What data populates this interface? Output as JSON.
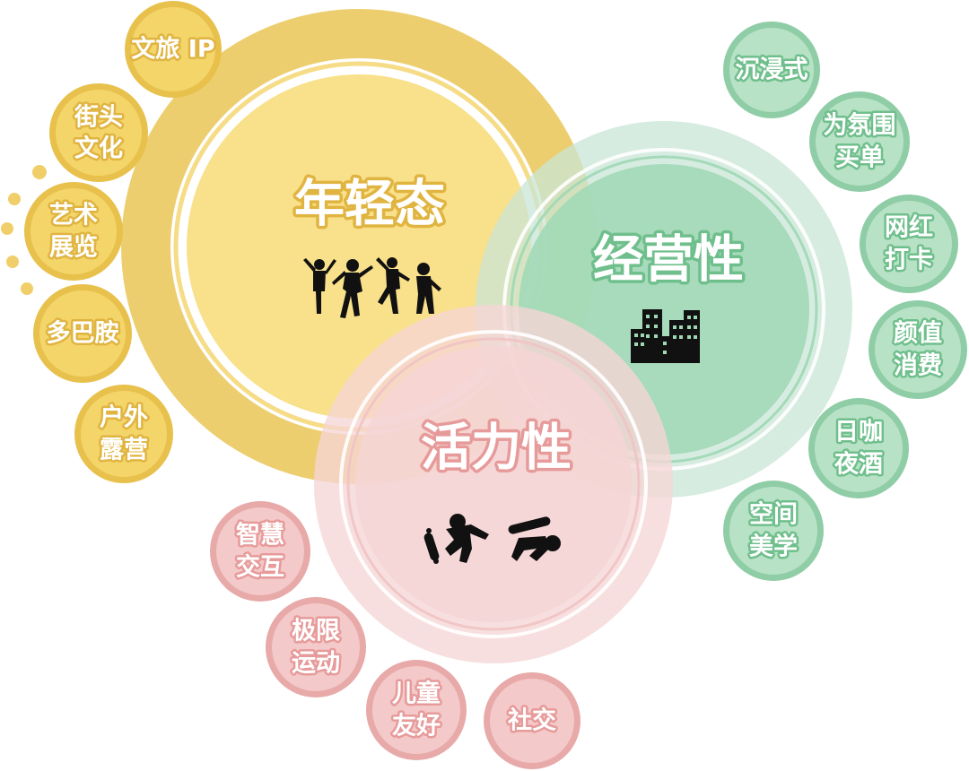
{
  "colors": {
    "yellow_ring": "#ebc95f",
    "yellow_fill": "#f9e08a",
    "yellow_bubble": "#f4d56a",
    "yellow_bubble_ring": "#e8c14d",
    "yellow_text_stroke": "#e0b440",
    "green_ring": "#c9e6d6",
    "green_fill": "#9fd8b5",
    "green_bubble": "#b8e2c6",
    "green_bubble_ring": "#8fcda6",
    "green_text_stroke": "#6fbf8c",
    "pink_ring": "#f6d6d6",
    "pink_fill": "#f5d4d4",
    "pink_bubble": "#f4c9c9",
    "pink_bubble_ring": "#e8a9a9",
    "pink_text_stroke": "#e79a9a"
  },
  "main": {
    "youth": {
      "label": "年轻态",
      "icon": "dancing-youth-silhouettes-icon"
    },
    "business": {
      "label": "经营性",
      "icon": "city-buildings-icon"
    },
    "vitality": {
      "label": "活力性",
      "icon": "skateboarders-silhouettes-icon"
    }
  },
  "youth_bubbles": [
    {
      "line1": "文旅 IP",
      "line2": ""
    },
    {
      "line1": "街头",
      "line2": "文化"
    },
    {
      "line1": "艺术",
      "line2": "展览"
    },
    {
      "line1": "多巴胺",
      "line2": ""
    },
    {
      "line1": "户外",
      "line2": "露营"
    }
  ],
  "business_bubbles": [
    {
      "line1": "沉浸式",
      "line2": ""
    },
    {
      "line1": "为氛围",
      "line2": "买单"
    },
    {
      "line1": "网红",
      "line2": "打卡"
    },
    {
      "line1": "颜值",
      "line2": "消费"
    },
    {
      "line1": "日咖",
      "line2": "夜酒"
    },
    {
      "line1": "空间",
      "line2": "美学"
    }
  ],
  "vitality_bubbles": [
    {
      "line1": "智慧",
      "line2": "交互"
    },
    {
      "line1": "极限",
      "line2": "运动"
    },
    {
      "line1": "儿童",
      "line2": "友好"
    },
    {
      "line1": "社交",
      "line2": ""
    }
  ]
}
